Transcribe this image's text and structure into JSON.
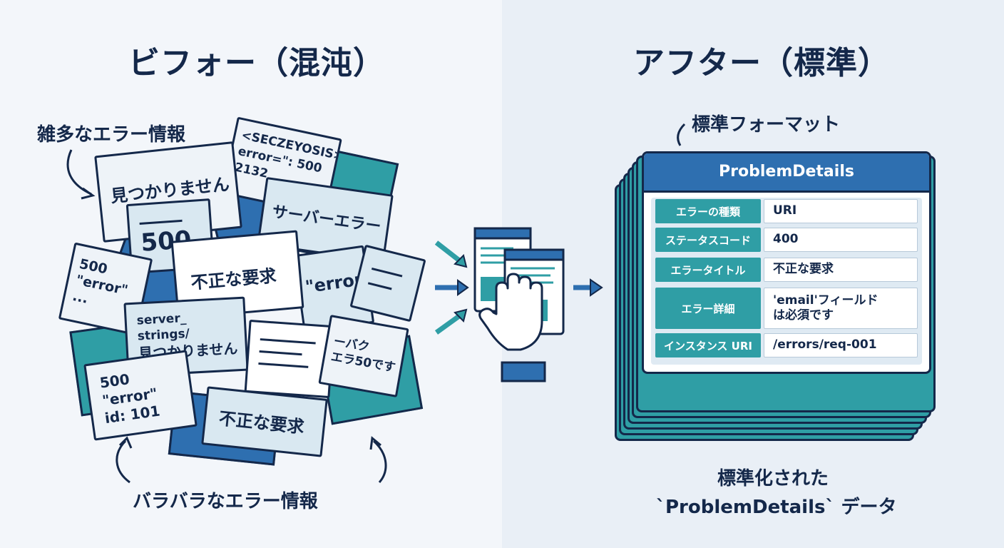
{
  "before": {
    "title": "ビフォー（混沌）",
    "top_caption": "雑多なエラー情報",
    "bottom_caption": "バラバラなエラー情報",
    "notes": {
      "n1": "見つかりません",
      "n2a": "<SECZEYOSIS>",
      "n2b": "error=\": 500",
      "n2c": "2132",
      "n3": "500",
      "n4": "サーバーエラー",
      "n5a": "500",
      "n5b": "\"error\"",
      "n5c": "...",
      "n6": "不正な要求",
      "n7": "\"error\"",
      "n8a": "server_",
      "n8b": "strings/",
      "n8c": "見つかりません",
      "n9a": "500",
      "n9b": "\"error\"",
      "n9c": "id: 101",
      "n10a": "ーバク",
      "n10b": "エラ50です",
      "n11": "不正な要求"
    }
  },
  "after": {
    "title": "アフター（標準）",
    "top_caption": "標準フォーマット",
    "card_title": "ProblemDetails",
    "fields": [
      {
        "key": "エラーの種類",
        "value": "URI"
      },
      {
        "key": "ステータスコード",
        "value": "400"
      },
      {
        "key": "エラータイトル",
        "value": "不正な要求"
      },
      {
        "key": "エラー詳細",
        "value": "'email'フィールドは必須です"
      },
      {
        "key": "インスタンス URI",
        "value": "/errors/req-001"
      }
    ],
    "bottom_caption_line1": "標準化された",
    "bottom_caption_line2": "`ProblemDetails` データ"
  },
  "colors": {
    "navy": "#14284a",
    "teal": "#2f9ea5",
    "blue": "#2e6fb0",
    "paper": "#eef3f8",
    "light_blue": "#d9e8f1"
  }
}
